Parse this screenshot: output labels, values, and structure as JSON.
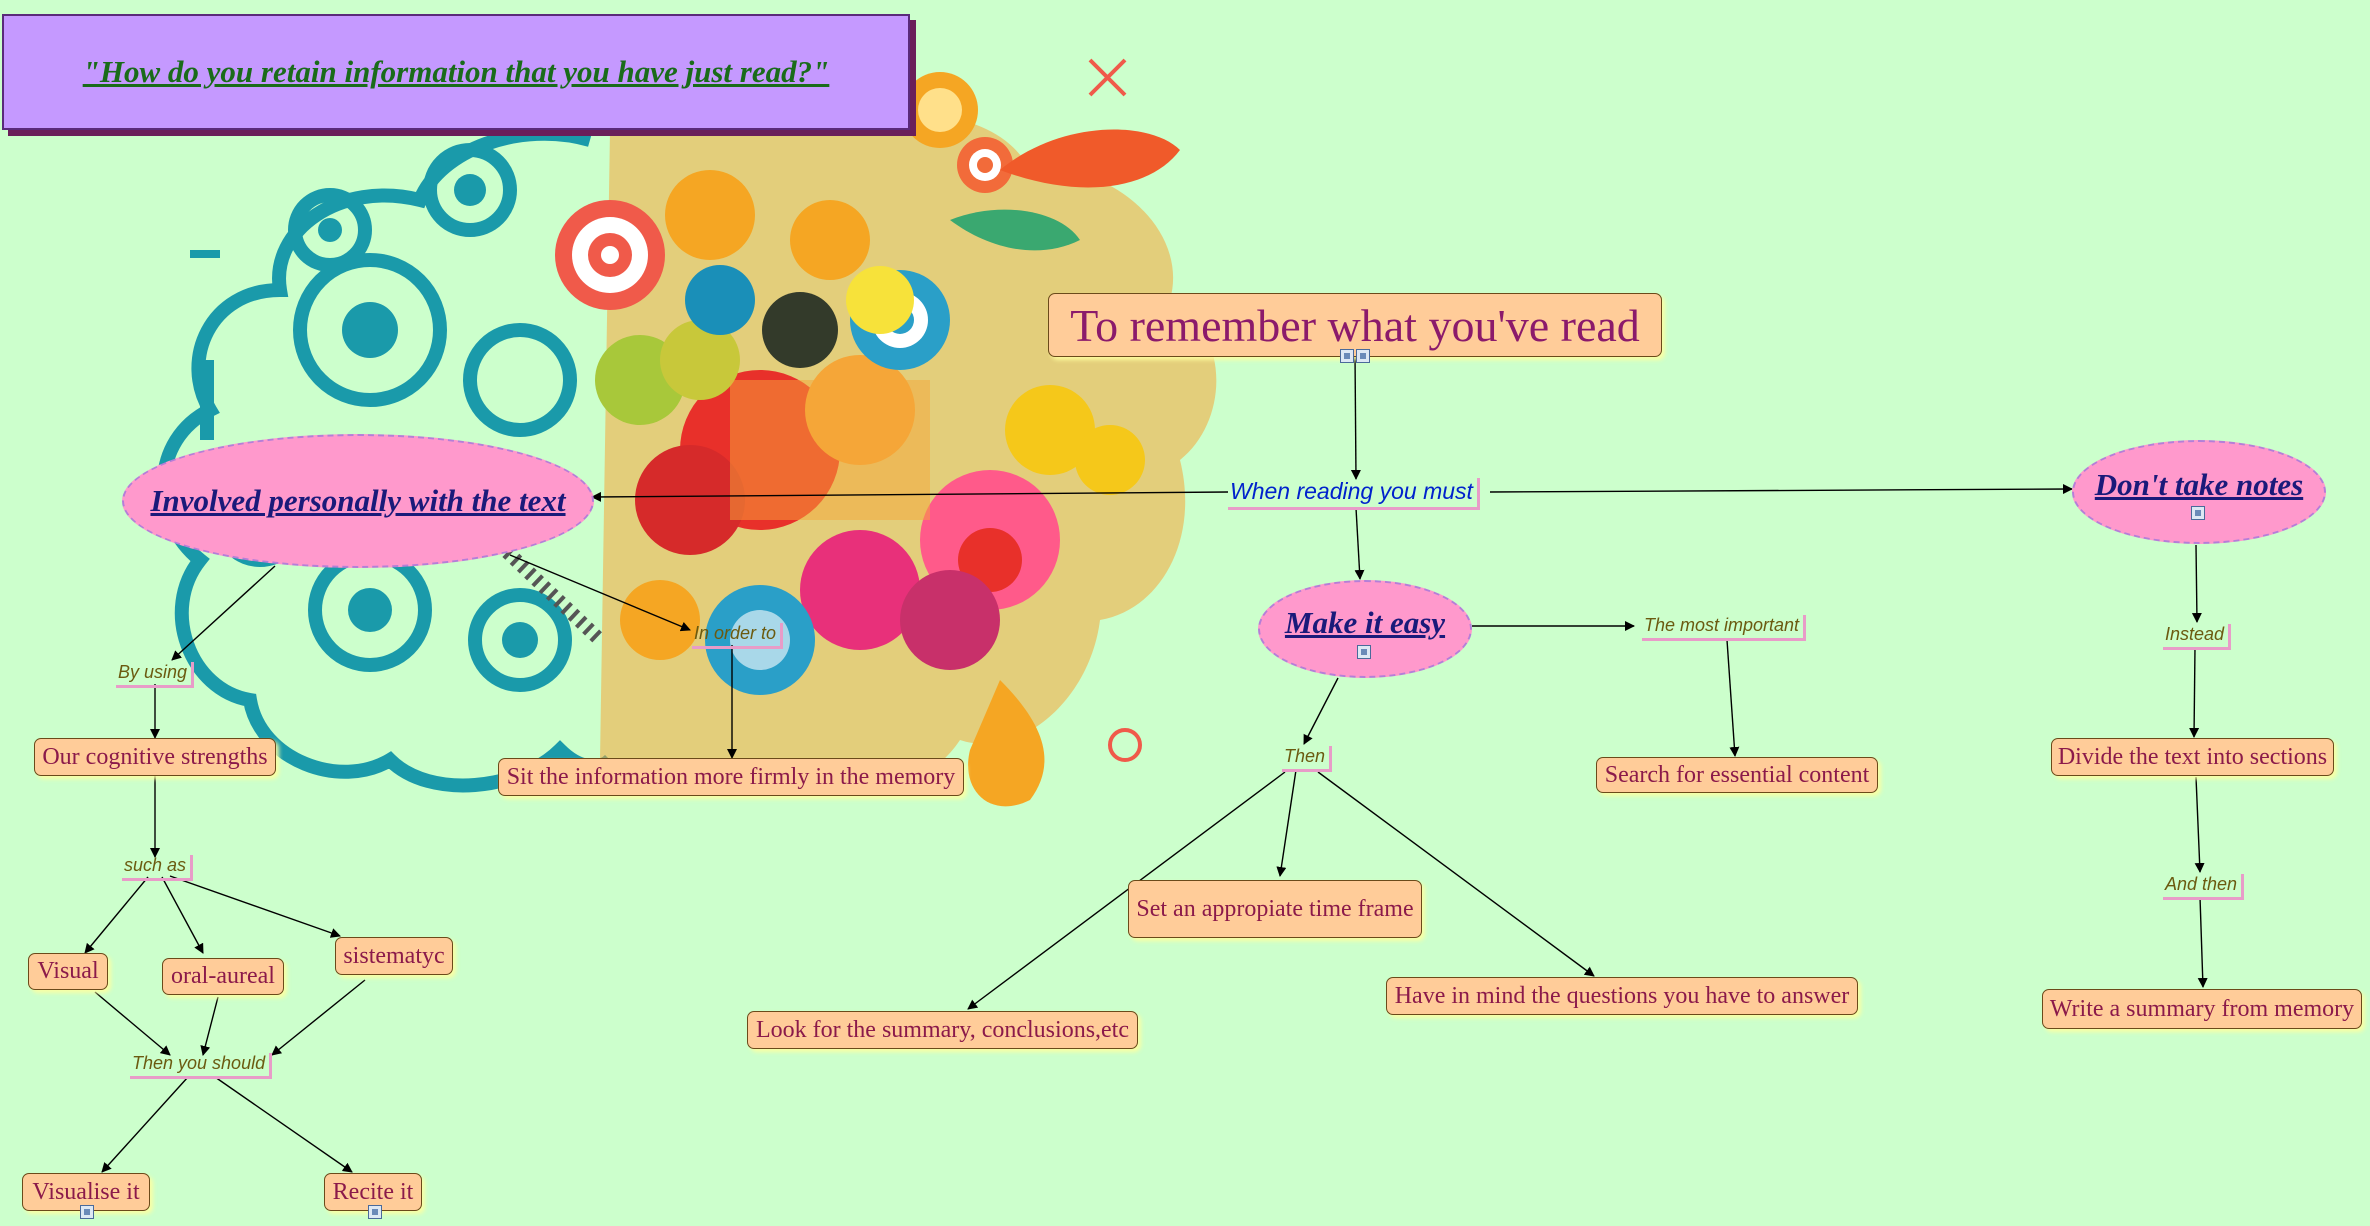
{
  "title": "\"How do you retain information that you have just read?\"",
  "main_concept": "To remember what you've read",
  "linking_phrases": {
    "when_reading": "When reading you must",
    "by_using": "By using",
    "in_order_to": "In order to",
    "such_as": "such as",
    "then_you_should": "Then you should",
    "then": "Then",
    "most_important": "The most important",
    "instead": "Instead",
    "and_then": "And then"
  },
  "ellipses": {
    "involved": "Involved personally with the text",
    "make_easy": "Make it easy",
    "dont_notes": "Don't take notes"
  },
  "concepts": {
    "cognitive": "Our cognitive strengths",
    "sit_info": "Sit the information more firmly in the memory",
    "visual": "Visual",
    "oral": "oral-aureal",
    "sistematyc": "sistematyc",
    "visualise": "Visualise it",
    "recite": "Recite it",
    "time_frame": "Set an appropiate time frame",
    "summary": "Look for the summary, conclusions,etc",
    "questions": "Have in mind the questions you have to answer",
    "essential": "Search for essential content",
    "divide": "Divide the text into sections",
    "write_summary": "Write a summary from memory"
  },
  "colors": {
    "background": "#ccffcc",
    "concept_fill": "#ffcc99",
    "ellipse_fill": "#ff99cc",
    "title_fill": "#c599ff",
    "phrase_text": "#6b5a10",
    "link_blue": "#0022cc"
  },
  "icons": [
    "image-attachment-icon",
    "document-attachment-icon"
  ]
}
